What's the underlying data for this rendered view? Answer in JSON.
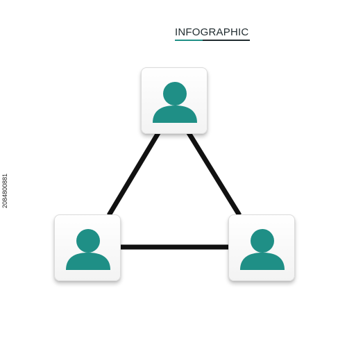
{
  "header": {
    "title": "INFOGRAPHIC"
  },
  "colors": {
    "accent": "#1f8f86",
    "edge": "#111111",
    "text": "#1f2a2e"
  },
  "nodes": [
    {
      "id": "top",
      "icon": "user-icon"
    },
    {
      "id": "left",
      "icon": "user-icon"
    },
    {
      "id": "right",
      "icon": "user-icon"
    }
  ],
  "edges": [
    {
      "from": "top",
      "to": "left"
    },
    {
      "from": "top",
      "to": "right"
    },
    {
      "from": "left",
      "to": "right"
    }
  ],
  "stock_id": "2084800881"
}
